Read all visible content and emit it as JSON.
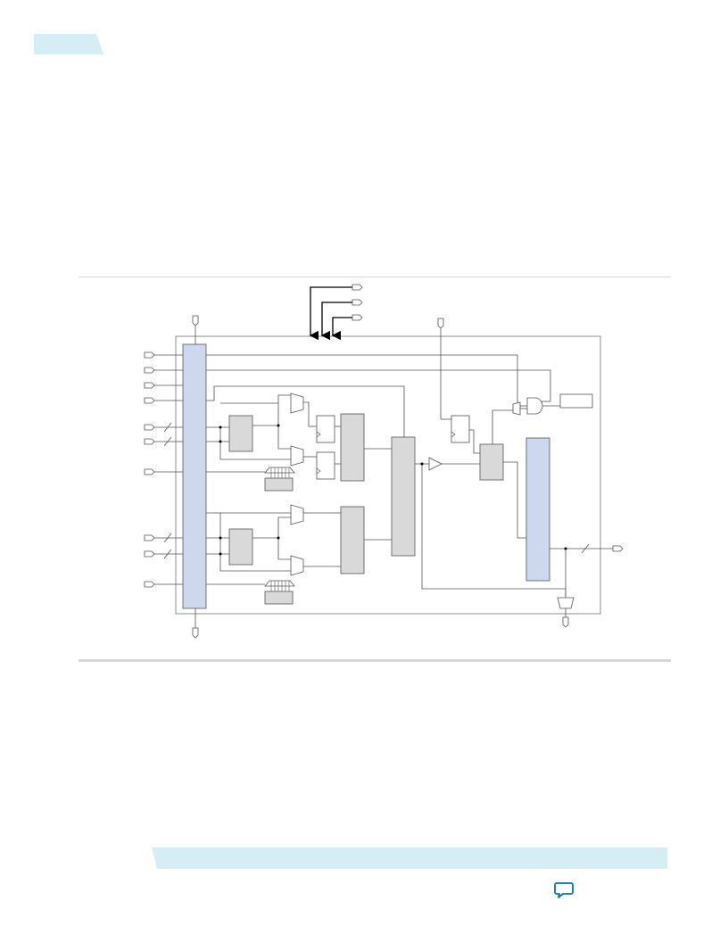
{
  "page": {
    "title": "",
    "caption": ""
  },
  "colors": {
    "tab_fill": "#d5eef6",
    "block_gray": "#d9d9d9",
    "bus_blue": "#cdd8ee",
    "line": "#333333",
    "frame": "#8c8c8c"
  },
  "diagram": {
    "blocks": [
      "input-bus",
      "register-upper",
      "register-lower",
      "mux-upper-a",
      "mux-upper-b",
      "mux-lower-a",
      "mux-lower-b",
      "flipflop-upper-a",
      "flipflop-upper-b",
      "multiplier-upper",
      "multiplier-lower",
      "adder",
      "buffer",
      "flipflop-right",
      "accumulator",
      "output-register",
      "output-mux",
      "and-gate"
    ]
  },
  "footer": {
    "feedback_icon": "speech-bubble-icon"
  }
}
